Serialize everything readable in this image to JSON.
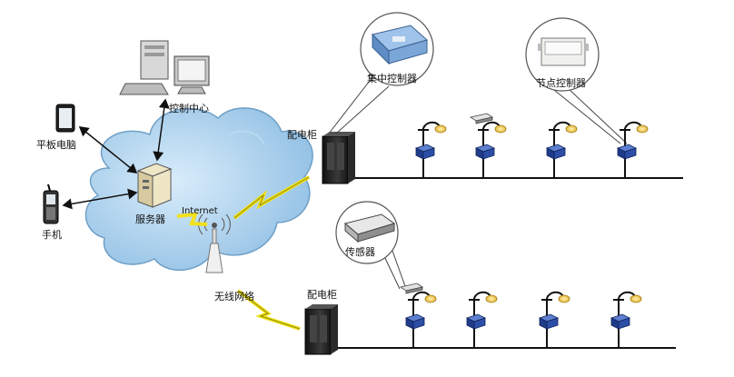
{
  "labels": {
    "control_center": "控制中心",
    "tablet": "平板电脑",
    "phone": "手机",
    "server": "服务器",
    "internet": "Internet",
    "wireless_network": "无线网络",
    "cabinet_top": "配电柜",
    "cabinet_bottom": "配电柜",
    "central_controller": "集中控制器",
    "node_controller": "节点控制器",
    "sensor": "传感器"
  },
  "colors": {
    "cloud_fill": "#9ec9ea",
    "cloud_stroke": "#6f9fc6",
    "lightning": "#f2e01c",
    "cabinet": "#222222",
    "controller_box": "#1f3c8a",
    "lamp_glow": "#f6d25b",
    "line": "#111111"
  },
  "icons": {
    "pc": "desktop-computer-icon",
    "tablet": "tablet-icon",
    "phone": "mobile-phone-icon",
    "server": "server-icon",
    "antenna": "antenna-tower-icon",
    "cabinet": "distribution-cabinet-icon",
    "lamp": "street-lamp-icon",
    "lightning": "lightning-bolt-icon"
  }
}
